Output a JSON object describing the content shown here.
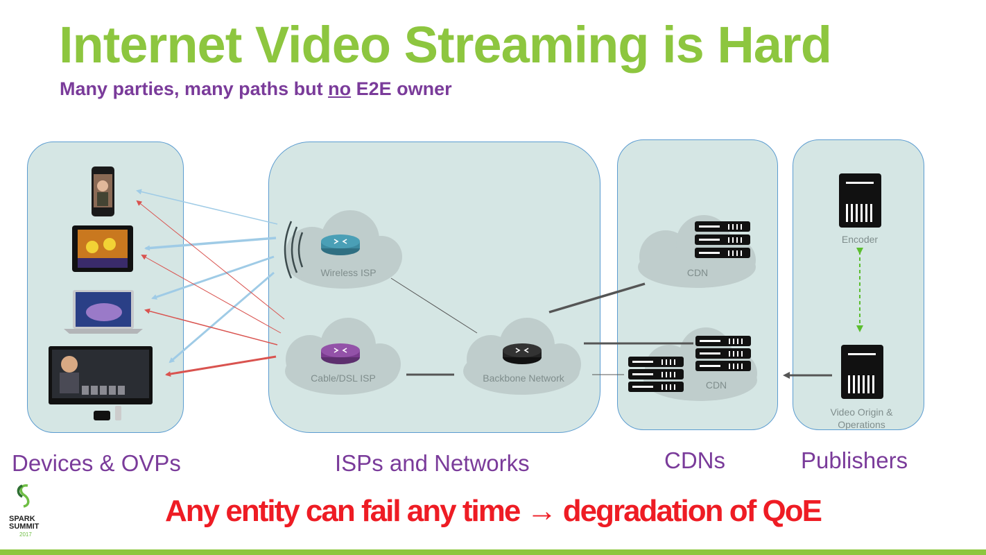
{
  "slide": {
    "title": "Internet Video Streaming is Hard",
    "subtitle_pre": "Many parties, many paths but ",
    "subtitle_emph": "no",
    "subtitle_post": " E2E owner",
    "bottom_message": "Any entity can fail any time → degradation of QoE"
  },
  "categories": {
    "devices": "Devices & OVPs",
    "isps": "ISPs and Networks",
    "cdns": "CDNs",
    "publishers": "Publishers"
  },
  "nodes": {
    "wireless_isp": "Wireless ISP",
    "cable_isp": "Cable/DSL ISP",
    "backbone": "Backbone Network",
    "cdn_top": "CDN",
    "cdn_bottom": "CDN",
    "encoder": "Encoder",
    "origin_line1": "Video Origin &",
    "origin_line2": "Operations"
  },
  "logo": {
    "line1": "SPARK",
    "line2": "SUMMIT",
    "year": "2017"
  },
  "colors": {
    "title": "#8dc63f",
    "subtitle": "#7a3b9a",
    "panel": "#d5e6e4",
    "panel_border": "#5a9bd0",
    "blue_arrow": "#9fcbe6",
    "red_arrow": "#d9534f",
    "alert": "#ee1c24"
  }
}
